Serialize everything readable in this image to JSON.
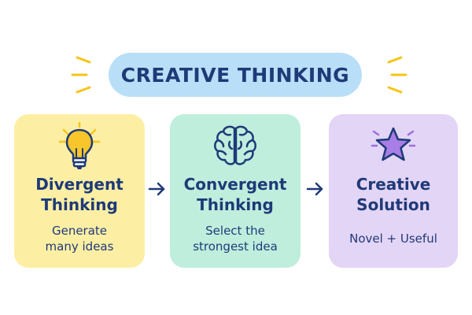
{
  "title": "CREATIVE THINKING",
  "cards": [
    {
      "title": "Divergent\nThinking",
      "description": "Generate\nmany ideas",
      "icon": "lightbulb-icon",
      "color": "#fcefa4"
    },
    {
      "title": "Convergent\nThinking",
      "description": "Select the\nstrongest idea",
      "icon": "brain-icon",
      "color": "#bfeedd"
    },
    {
      "title": "Creative\nSolution",
      "description": "Novel + Useful",
      "icon": "star-icon",
      "color": "#e3d5f6"
    }
  ],
  "colors": {
    "title_pill": "#b9dff8",
    "text": "#1f3a78",
    "accent_rays": "#f5c518"
  }
}
